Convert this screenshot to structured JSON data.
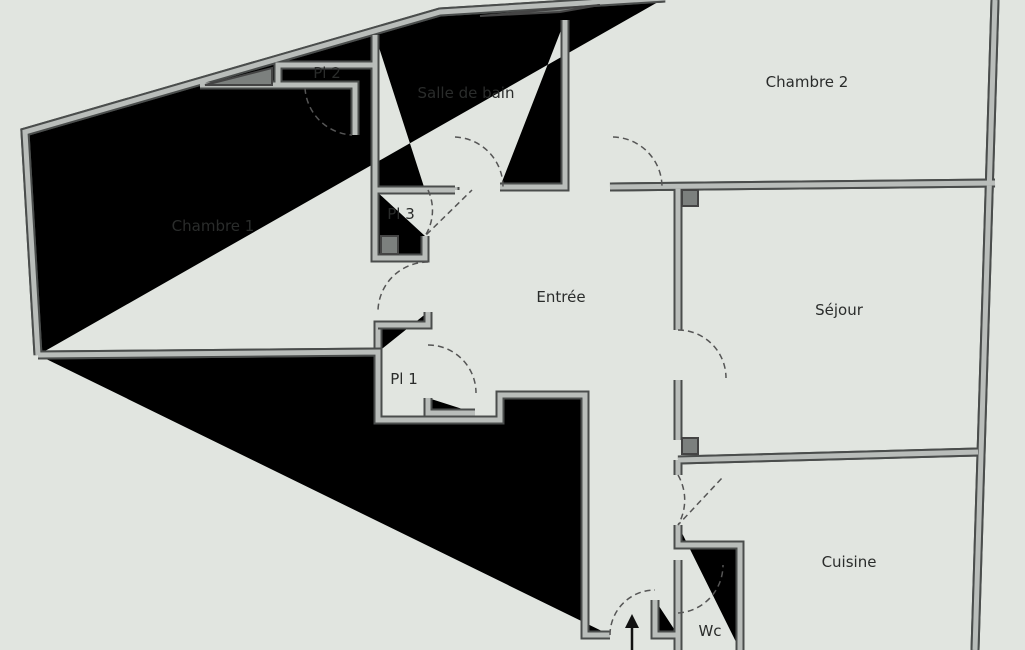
{
  "plan": {
    "rooms": [
      {
        "id": "chambre-1",
        "label": "Chambre 1"
      },
      {
        "id": "chambre-2",
        "label": "Chambre 2"
      },
      {
        "id": "salle-de-bain",
        "label": "Salle de bain"
      },
      {
        "id": "pl-1",
        "label": "Pl 1"
      },
      {
        "id": "pl-2",
        "label": "Pl 2"
      },
      {
        "id": "pl-3",
        "label": "Pl 3"
      },
      {
        "id": "entree",
        "label": "Entrée"
      },
      {
        "id": "sejour",
        "label": "Séjour"
      },
      {
        "id": "cuisine",
        "label": "Cuisine"
      },
      {
        "id": "wc",
        "label": "Wc"
      }
    ],
    "colors": {
      "background": "#e1e5e0",
      "wall": "#4a4d4c",
      "wall_fill": "#b9bdba"
    }
  }
}
